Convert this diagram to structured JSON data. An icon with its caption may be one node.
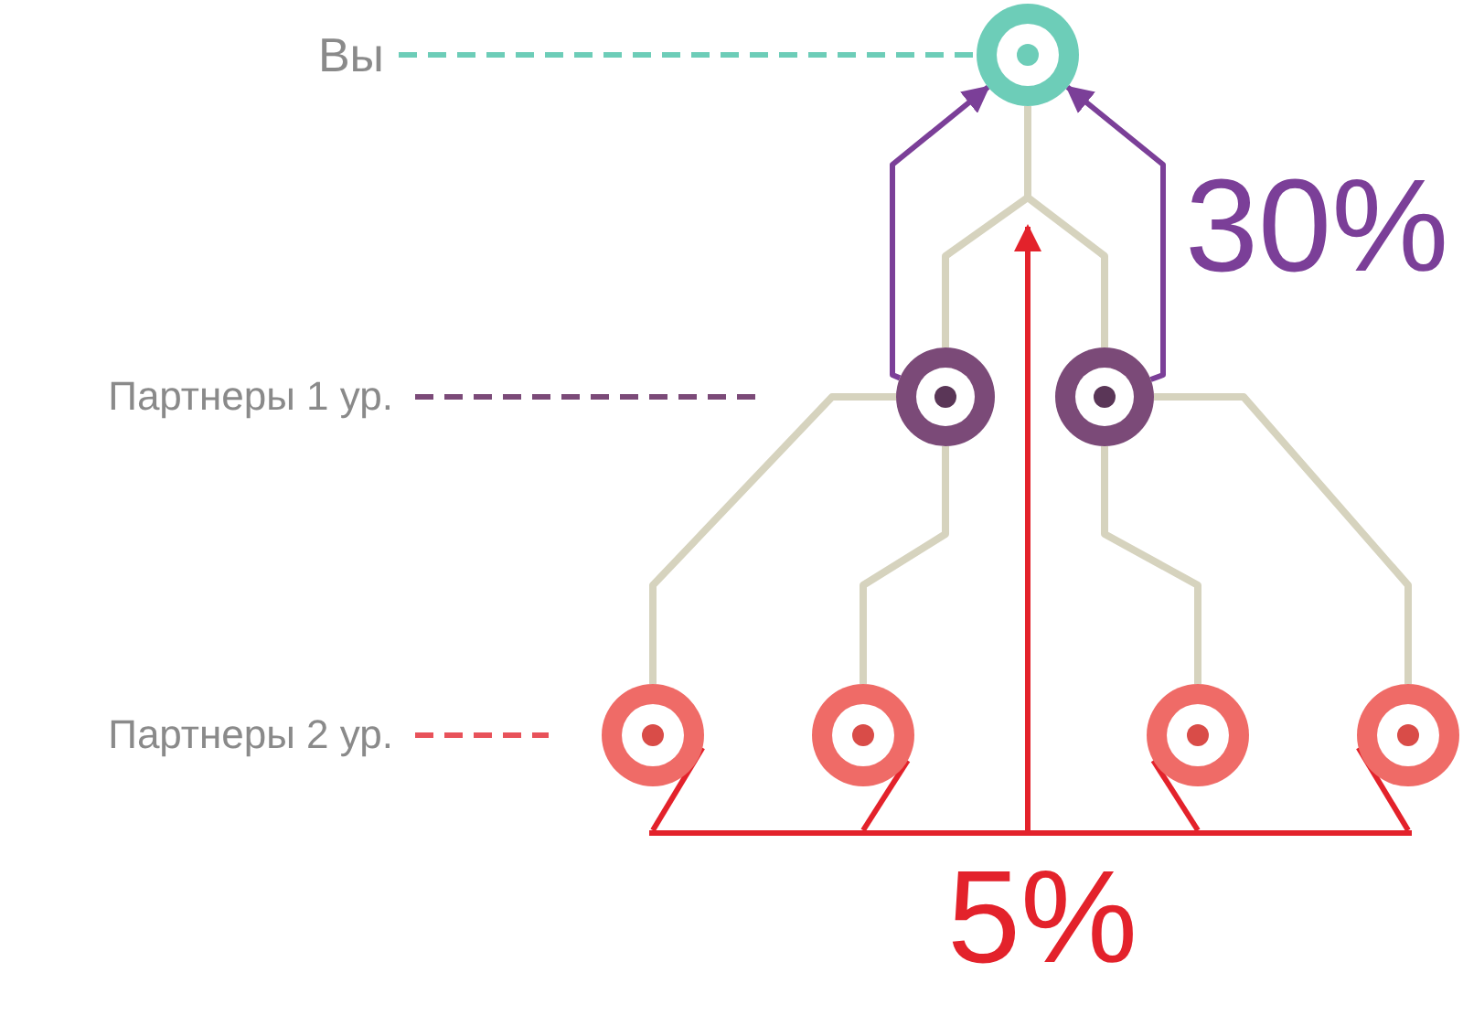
{
  "diagram": {
    "nodes": [
      {
        "text": [
          "Вы"
        ]
      },
      {
        "text": [],
        "shape": "circle"
      },
      {
        "text": [],
        "shape": "circle"
      },
      {
        "text": [],
        "shape": "circle"
      },
      {
        "text": [],
        "shape": "circle"
      },
      {
        "text": [],
        "shape": "circle"
      },
      {
        "text": [],
        "shape": "circle"
      },
      {
        "text": [],
        "shape": "circle"
      },
      {
        "text": [],
        "shape": "bar"
      }
    ],
    "edges": [
      {
        "from": 0,
        "to": 1,
        "arrow": "none",
        "style": "dashed",
        "color": "#6dcdb8"
      },
      {
        "from": 4,
        "to": 2,
        "arrow": "none"
      },
      {
        "from": 5,
        "to": 2,
        "arrow": "none"
      },
      {
        "from": 6,
        "to": 3,
        "arrow": "none"
      },
      {
        "from": 7,
        "to": 3,
        "arrow": "none"
      },
      {
        "from": 2,
        "to": 1,
        "arrow": "none"
      },
      {
        "from": 3,
        "to": 1,
        "arrow": "none"
      },
      {
        "from": 2,
        "to": 1,
        "arrow": "to",
        "color": "#7b3f98"
      },
      {
        "from": 3,
        "to": 1,
        "arrow": "to",
        "color": "#7b3f98"
      },
      {
        "from": 4,
        "to": 8,
        "arrow": "none",
        "color": "#e3222b"
      },
      {
        "from": 5,
        "to": 8,
        "arrow": "none",
        "color": "#e3222b"
      },
      {
        "from": 6,
        "to": 8,
        "arrow": "none",
        "color": "#e3222b"
      },
      {
        "from": 7,
        "to": 8,
        "arrow": "none",
        "color": "#e3222b"
      },
      {
        "from": 8,
        "to": null,
        "arrow": "to",
        "color": "#e3222b"
      }
    ],
    "labels": [
      "30%",
      "Партнеры 1 ур.",
      "Партнеры 2 ур.",
      "5%"
    ]
  }
}
